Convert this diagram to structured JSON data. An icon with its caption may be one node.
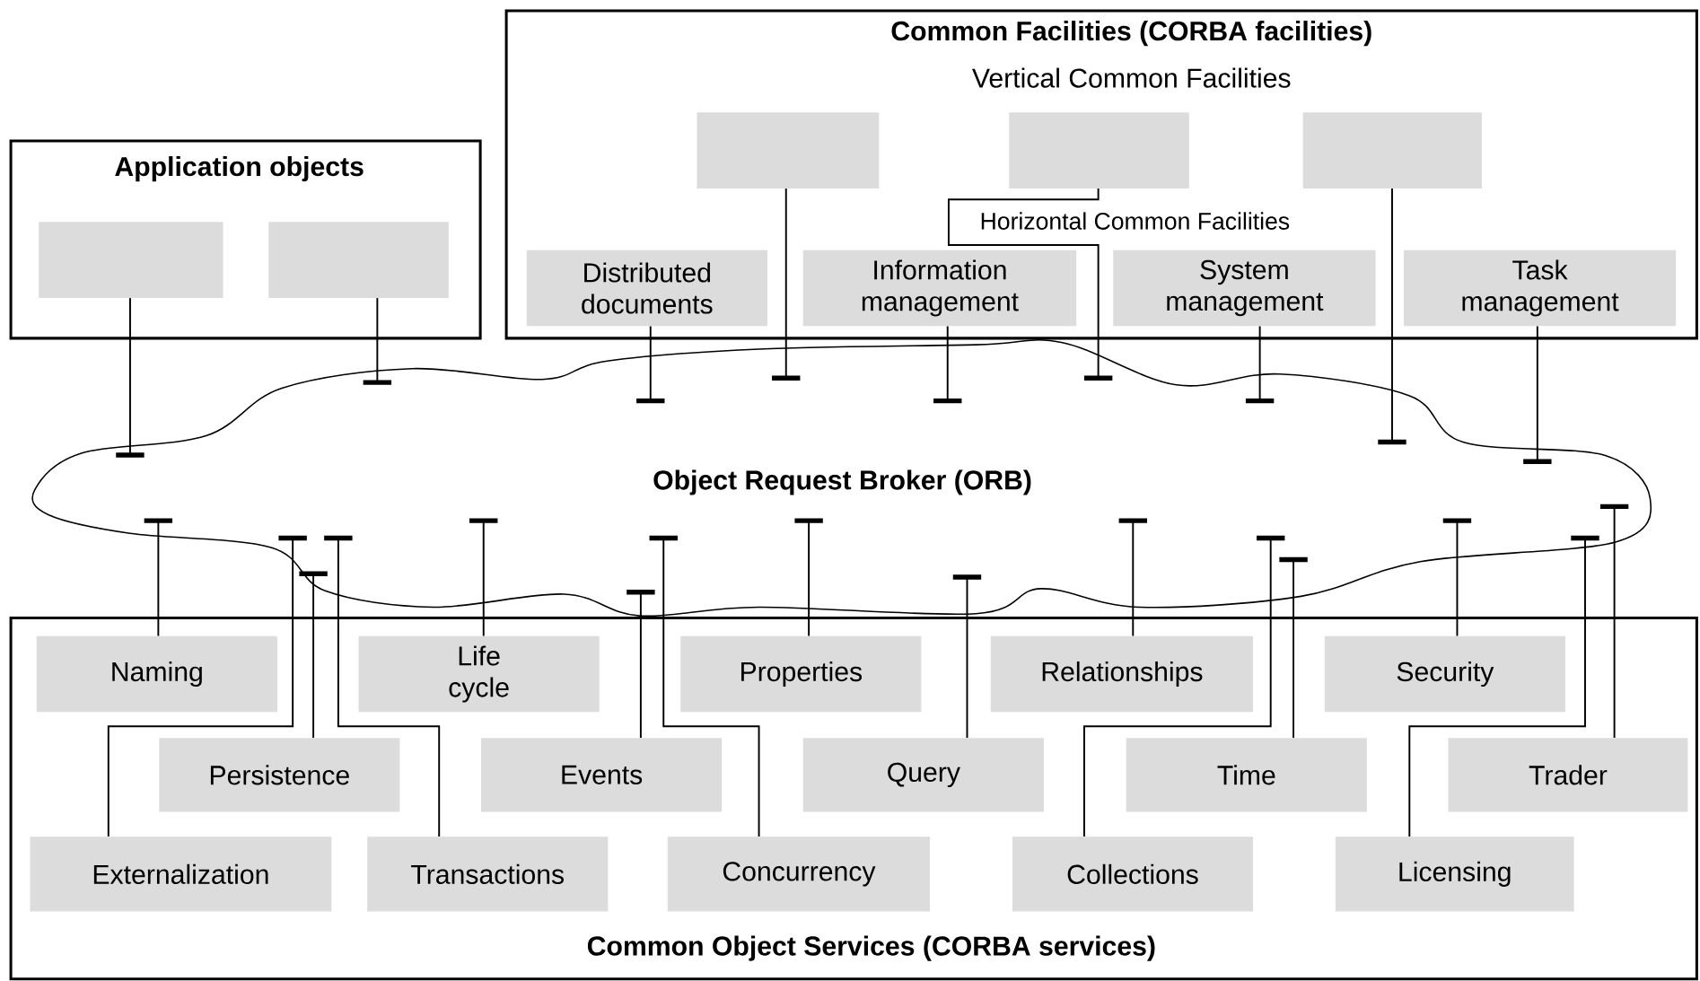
{
  "diagram": {
    "nodes": [
      {
        "text": [
          "Application objects"
        ]
      },
      {
        "text": [],
        "shape": "box",
        "in": 0
      },
      {
        "text": [],
        "shape": "box",
        "in": 0
      },
      {
        "text": [
          "Common Facilities (CORBA facilities)",
          "Vertical Common Facilities",
          "Horizontal Common Facilities"
        ]
      },
      {
        "text": [],
        "shape": "box",
        "in": 3
      },
      {
        "text": [],
        "shape": "box",
        "in": 3
      },
      {
        "text": [],
        "shape": "box",
        "in": 3
      },
      {
        "text": [
          "Distributed documents"
        ],
        "in": 3
      },
      {
        "text": [
          "Information management"
        ],
        "in": 3
      },
      {
        "text": [
          "System management"
        ],
        "in": 3
      },
      {
        "text": [
          "Task management"
        ],
        "in": 3
      },
      {
        "text": [
          "Object Request Broker (ORB)"
        ]
      },
      {
        "text": [
          "Common Object Services (CORBA services)"
        ]
      },
      {
        "text": [
          "Naming"
        ],
        "in": 12
      },
      {
        "text": [
          "Life cycle"
        ],
        "in": 12
      },
      {
        "text": [
          "Properties"
        ],
        "in": 12
      },
      {
        "text": [
          "Relationships"
        ],
        "in": 12
      },
      {
        "text": [
          "Security"
        ],
        "in": 12
      },
      {
        "text": [
          "Persistence"
        ],
        "in": 12
      },
      {
        "text": [
          "Events"
        ],
        "in": 12
      },
      {
        "text": [
          "Query"
        ],
        "in": 12
      },
      {
        "text": [
          "Time"
        ],
        "in": 12
      },
      {
        "text": [
          "Trader"
        ],
        "in": 12
      },
      {
        "text": [
          "Externalization"
        ],
        "in": 12
      },
      {
        "text": [
          "Transactions"
        ],
        "in": 12
      },
      {
        "text": [
          "Concurrency"
        ],
        "in": 12
      },
      {
        "text": [
          "Collections"
        ],
        "in": 12
      },
      {
        "text": [
          "Licensing"
        ],
        "in": 12
      }
    ],
    "edges": [
      {
        "from": 1,
        "to": 11,
        "arrow": "other"
      },
      {
        "from": 2,
        "to": 11,
        "arrow": "other"
      },
      {
        "from": 4,
        "to": 11,
        "arrow": "other"
      },
      {
        "from": 5,
        "to": 11,
        "arrow": "other"
      },
      {
        "from": 6,
        "to": 11,
        "arrow": "other"
      },
      {
        "from": 7,
        "to": 11,
        "arrow": "other"
      },
      {
        "from": 8,
        "to": 11,
        "arrow": "other"
      },
      {
        "from": 9,
        "to": 11,
        "arrow": "other"
      },
      {
        "from": 10,
        "to": 11,
        "arrow": "other"
      },
      {
        "from": 13,
        "to": 11,
        "arrow": "other"
      },
      {
        "from": 14,
        "to": 11,
        "arrow": "other"
      },
      {
        "from": 15,
        "to": 11,
        "arrow": "other"
      },
      {
        "from": 16,
        "to": 11,
        "arrow": "other"
      },
      {
        "from": 17,
        "to": 11,
        "arrow": "other"
      },
      {
        "from": 18,
        "to": 11,
        "arrow": "other"
      },
      {
        "from": 19,
        "to": 11,
        "arrow": "other"
      },
      {
        "from": 20,
        "to": 11,
        "arrow": "other"
      },
      {
        "from": 21,
        "to": 11,
        "arrow": "other"
      },
      {
        "from": 22,
        "to": 11,
        "arrow": "other"
      },
      {
        "from": 23,
        "to": 11,
        "arrow": "other"
      },
      {
        "from": 24,
        "to": 11,
        "arrow": "other"
      },
      {
        "from": 25,
        "to": 11,
        "arrow": "other"
      },
      {
        "from": 26,
        "to": 11,
        "arrow": "other"
      },
      {
        "from": 27,
        "to": 11,
        "arrow": "other"
      }
    ]
  }
}
